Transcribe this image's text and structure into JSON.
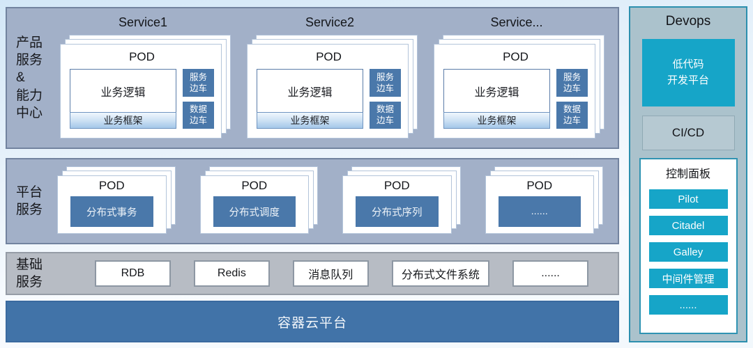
{
  "product_layer": {
    "label": "产品\n服务\n&\n能力\n中心",
    "services": [
      {
        "title": "Service1",
        "pod_title": "POD",
        "business_logic": "业务逻辑",
        "business_framework": "业务框架",
        "sidecar_service": "服务\n边车",
        "sidecar_data": "数据\n边车"
      },
      {
        "title": "Service2",
        "pod_title": "POD",
        "business_logic": "业务逻辑",
        "business_framework": "业务框架",
        "sidecar_service": "服务\n边车",
        "sidecar_data": "数据\n边车"
      },
      {
        "title": "Service...",
        "pod_title": "POD",
        "business_logic": "业务逻辑",
        "business_framework": "业务框架",
        "sidecar_service": "服务\n边车",
        "sidecar_data": "数据\n边车"
      }
    ]
  },
  "platform_layer": {
    "label": "平台\n服务",
    "pods": [
      {
        "pod_title": "POD",
        "service": "分布式事务"
      },
      {
        "pod_title": "POD",
        "service": "分布式调度"
      },
      {
        "pod_title": "POD",
        "service": "分布式序列"
      },
      {
        "pod_title": "POD",
        "service": "......"
      }
    ]
  },
  "infra_layer": {
    "label": "基础\n服务",
    "items": [
      "RDB",
      "Redis",
      "消息队列",
      "分布式文件系统",
      "......"
    ]
  },
  "container_layer": {
    "label": "容器云平台"
  },
  "devops": {
    "title": "Devops",
    "lowcode_platform": "低代码\n开发平台",
    "cicd": "CI/CD",
    "control_panel": {
      "title": "控制面板",
      "items": [
        "Pilot",
        "Citadel",
        "Galley",
        "中间件管理",
        "......"
      ]
    }
  },
  "colors": {
    "accent_teal": "#16a5c8",
    "steel_blue": "#4a78aa",
    "band_blue_grey": "#a2b0c8",
    "infra_grey": "#b7bcc4",
    "container_blue": "#4173a8",
    "devops_bg": "#abc2cc"
  }
}
